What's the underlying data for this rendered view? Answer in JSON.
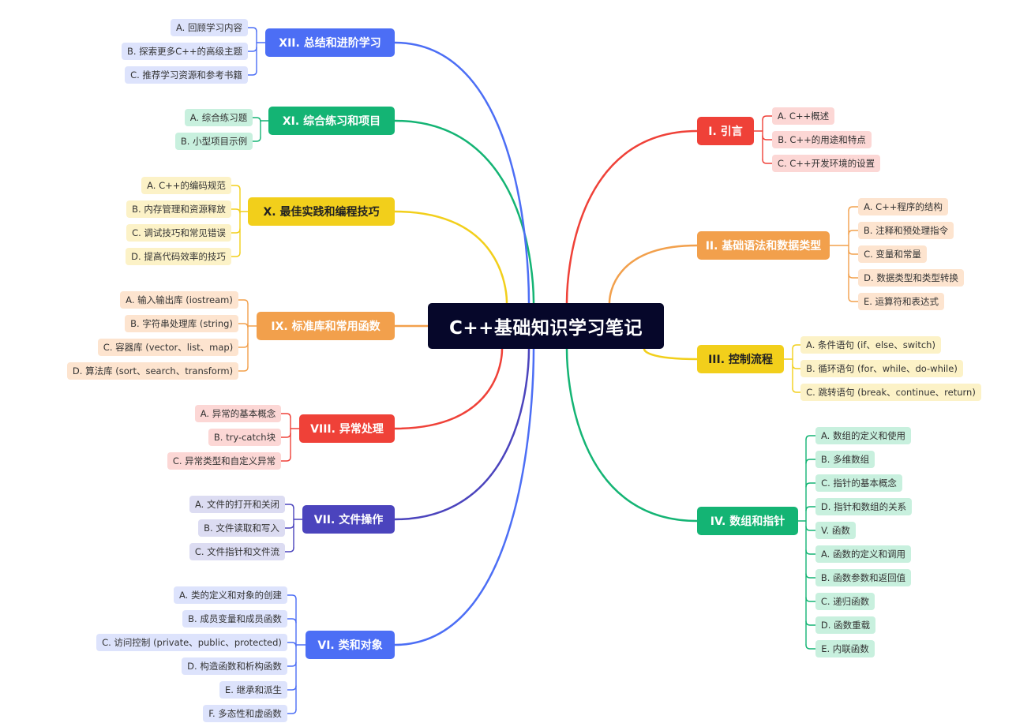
{
  "root": {
    "title": "C++基础知识学习笔记"
  },
  "colors": {
    "red": "#ef4138",
    "orange": "#f2a04c",
    "yellow": "#f2cf1b",
    "green": "#14b474",
    "indigo": "#4b44bd",
    "blue": "#4c6ef5",
    "leaf_red": "#fcd7d5",
    "leaf_orange": "#fde4cf",
    "leaf_yellow": "#fcf2c7",
    "leaf_green": "#c8f0de",
    "leaf_indigo": "#dcdcf2",
    "leaf_blue": "#dde3fc"
  },
  "branches": [
    {
      "id": "b1",
      "label": "I. 引言",
      "color": "red",
      "items": [
        "A. C++概述",
        "B. C++的用途和特点",
        "C. C++开发环境的设置"
      ]
    },
    {
      "id": "b2",
      "label": "II. 基础语法和数据类型",
      "color": "orange",
      "items": [
        "A. C++程序的结构",
        "B. 注释和预处理指令",
        "C. 变量和常量",
        "D. 数据类型和类型转换",
        "E. 运算符和表达式"
      ]
    },
    {
      "id": "b3",
      "label": "III. 控制流程",
      "color": "yellow",
      "items": [
        "A. 条件语句 (if、else、switch)",
        "B. 循环语句 (for、while、do-while)",
        "C. 跳转语句 (break、continue、return)"
      ]
    },
    {
      "id": "b4",
      "label": "IV. 数组和指针",
      "color": "green",
      "items": [
        "A. 数组的定义和使用",
        "B. 多维数组",
        "C. 指针的基本概念",
        "D. 指针和数组的关系",
        "V. 函数",
        "A. 函数的定义和调用",
        "B. 函数参数和返回值",
        "C. 递归函数",
        "D. 函数重载",
        "E. 内联函数"
      ]
    },
    {
      "id": "b6",
      "label": "VI. 类和对象",
      "color": "blue",
      "items": [
        "A. 类的定义和对象的创建",
        "B. 成员变量和成员函数",
        "C. 访问控制 (private、public、protected)",
        "D. 构造函数和析构函数",
        "E. 继承和派生",
        "F. 多态性和虚函数"
      ]
    },
    {
      "id": "b7",
      "label": "VII. 文件操作",
      "color": "indigo",
      "items": [
        "A. 文件的打开和关闭",
        "B. 文件读取和写入",
        "C. 文件指针和文件流"
      ]
    },
    {
      "id": "b8",
      "label": "VIII. 异常处理",
      "color": "red",
      "items": [
        "A. 异常的基本概念",
        "B. try-catch块",
        "C. 异常类型和自定义异常"
      ]
    },
    {
      "id": "b9",
      "label": "IX. 标准库和常用函数",
      "color": "orange",
      "items": [
        "A. 输入输出库 (iostream)",
        "B. 字符串处理库 (string)",
        "C. 容器库 (vector、list、map)",
        "D. 算法库 (sort、search、transform)"
      ]
    },
    {
      "id": "b10",
      "label": "X. 最佳实践和编程技巧",
      "color": "yellow",
      "items": [
        "A. C++的编码规范",
        "B. 内存管理和资源释放",
        "C. 调试技巧和常见错误",
        "D. 提高代码效率的技巧"
      ]
    },
    {
      "id": "b11",
      "label": "XI. 综合练习和项目",
      "color": "green",
      "items": [
        "A. 综合练习题",
        "B. 小型项目示例"
      ]
    },
    {
      "id": "b12",
      "label": "XII. 总结和进阶学习",
      "color": "blue",
      "items": [
        "A. 回顾学习内容",
        "B. 探索更多C++的高级主题",
        "C. 推荐学习资源和参考书籍"
      ]
    }
  ]
}
